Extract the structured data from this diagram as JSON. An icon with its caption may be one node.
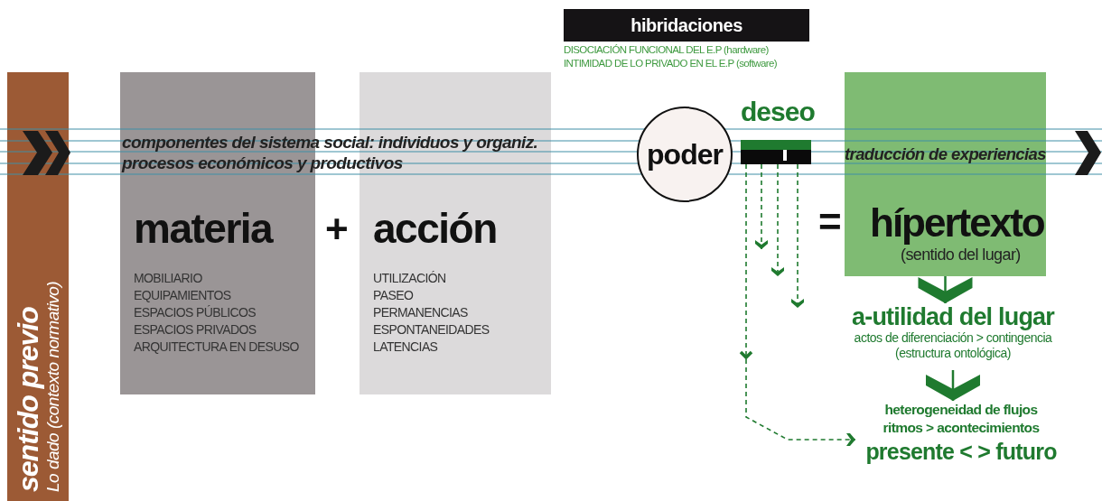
{
  "diagram": {
    "nodes": [
      {
        "text": [
          "sentido previo",
          "Lo dado (contexto normativo)"
        ]
      },
      {
        "text": [
          "materia",
          "MOBILIARIO",
          "EQUIPAMIENTOS",
          "ESPACIOS PÚBLICOS",
          "ESPACIOS PRIVADOS",
          "ARQUITECTURA EN DESUSO"
        ]
      },
      {
        "text": [
          "acción",
          "UTILIZACIÓN",
          "PASEO",
          "PERMANENCIAS",
          "ESPONTANEIDADES",
          "LATENCIAS"
        ]
      },
      {
        "text": [
          "hibridaciones"
        ],
        "beside": [
          "DISOCIACIÓN FUNCIONAL DEL E.P (hardware)",
          "INTIMIDAD DE LO PRIVADO EN EL E.P (software)"
        ]
      },
      {
        "text": [
          "poder"
        ]
      },
      {
        "text": [
          "deseo"
        ]
      },
      {
        "text": [
          "hípertexto",
          "(sentido del lugar)"
        ]
      },
      {
        "text": [
          "a-utilidad del lugar",
          "actos de diferenciación > contingencia (estructura ontológica)"
        ]
      },
      {
        "text": [
          "heterogeneidad de flujos ritmos > acontecimientos",
          "presente < > futuro"
        ]
      }
    ],
    "edges": [
      {
        "from": 5,
        "to": 8,
        "arrow": "to",
        "style": "dashed"
      },
      {
        "from": 5,
        "to": null,
        "arrow": "to",
        "style": "dashed"
      },
      {
        "from": 5,
        "to": null,
        "arrow": "to",
        "style": "dashed"
      },
      {
        "from": 5,
        "to": null,
        "arrow": "to",
        "style": "dashed"
      },
      {
        "from": 6,
        "to": 7,
        "arrow": "to"
      },
      {
        "from": 7,
        "to": 8,
        "arrow": "to"
      }
    ],
    "labels": [
      "componentes del sistema social: individuos y organiz.",
      "procesos económicos y productivos",
      "+",
      "traducción de experiencias",
      "="
    ]
  }
}
